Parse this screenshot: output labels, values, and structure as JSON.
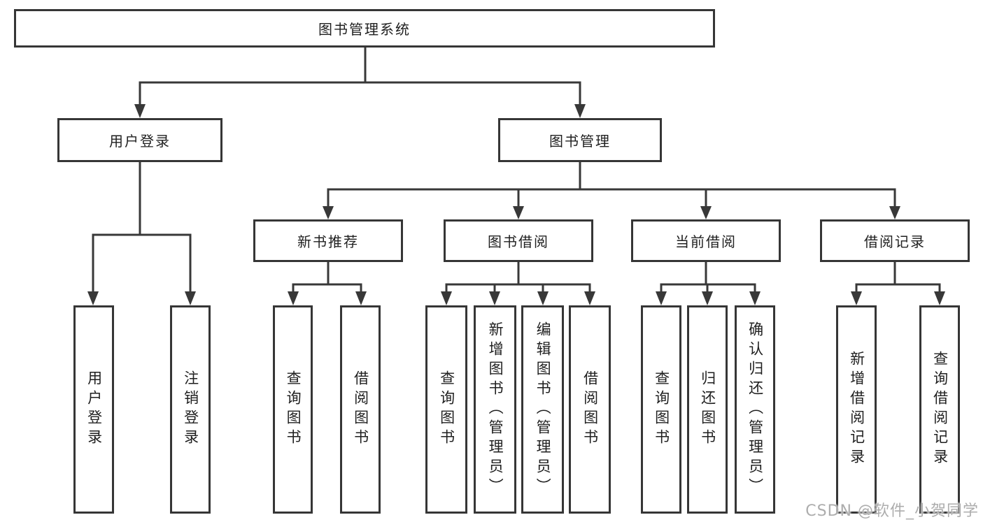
{
  "nodes": {
    "root": "图书管理系统",
    "user_login": "用户登录",
    "book_mgmt": "图书管理",
    "new_book_rec": "新书推荐",
    "book_borrow": "图书借阅",
    "current_borrow": "当前借阅",
    "borrow_records": "借阅记录",
    "leaf_user_login": "用户登录",
    "leaf_logout": "注销登录",
    "leaf_query_books_rec": "查询图书",
    "leaf_borrow_books_rec": "借阅图书",
    "leaf_query_books_borrow": "查询图书",
    "leaf_add_books_admin": "新增图书（管理员）",
    "leaf_edit_books_admin": "编辑图书（管理员）",
    "leaf_borrow_books_borrow": "借阅图书",
    "leaf_query_books_current": "查询图书",
    "leaf_return_books": "归还图书",
    "leaf_confirm_return_admin": "确认归还（管理员）",
    "leaf_add_borrow_record": "新增借阅记录",
    "leaf_query_borrow_record": "查询借阅记录"
  },
  "watermark": "CSDN @软件_小贺同学",
  "colors": {
    "line": "#383838",
    "box_border": "#363636",
    "text": "#1f1f1f",
    "watermark": "#adadad",
    "background": "#ffffff"
  }
}
